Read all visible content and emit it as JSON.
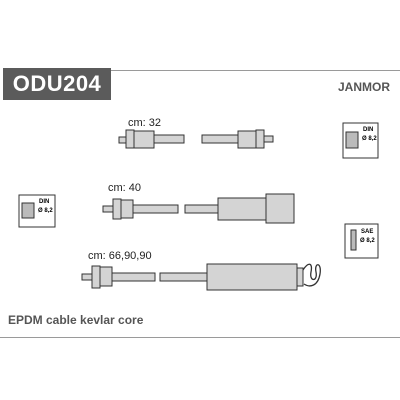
{
  "header": {
    "part_code": "ODU204",
    "brand": "JANMOR"
  },
  "footer": {
    "material": "EPDM cable kevlar core"
  },
  "cables": [
    {
      "label": "cm: 32"
    },
    {
      "label": "cm: 40"
    },
    {
      "label": "cm: 66,90,90"
    }
  ],
  "badges": {
    "din_left": {
      "line1": "DIN",
      "line2": "Ø 8,2"
    },
    "din_right": {
      "line1": "DIN",
      "line2": "Ø 8,2"
    },
    "sae_right": {
      "line1": "SAE",
      "line2": "Ø 8,2"
    }
  },
  "colors": {
    "badge_bg": "#5b5b5b",
    "cable_fill": "#d4d4d4",
    "outline": "#333333",
    "rule_line": "#9a9a9a"
  }
}
